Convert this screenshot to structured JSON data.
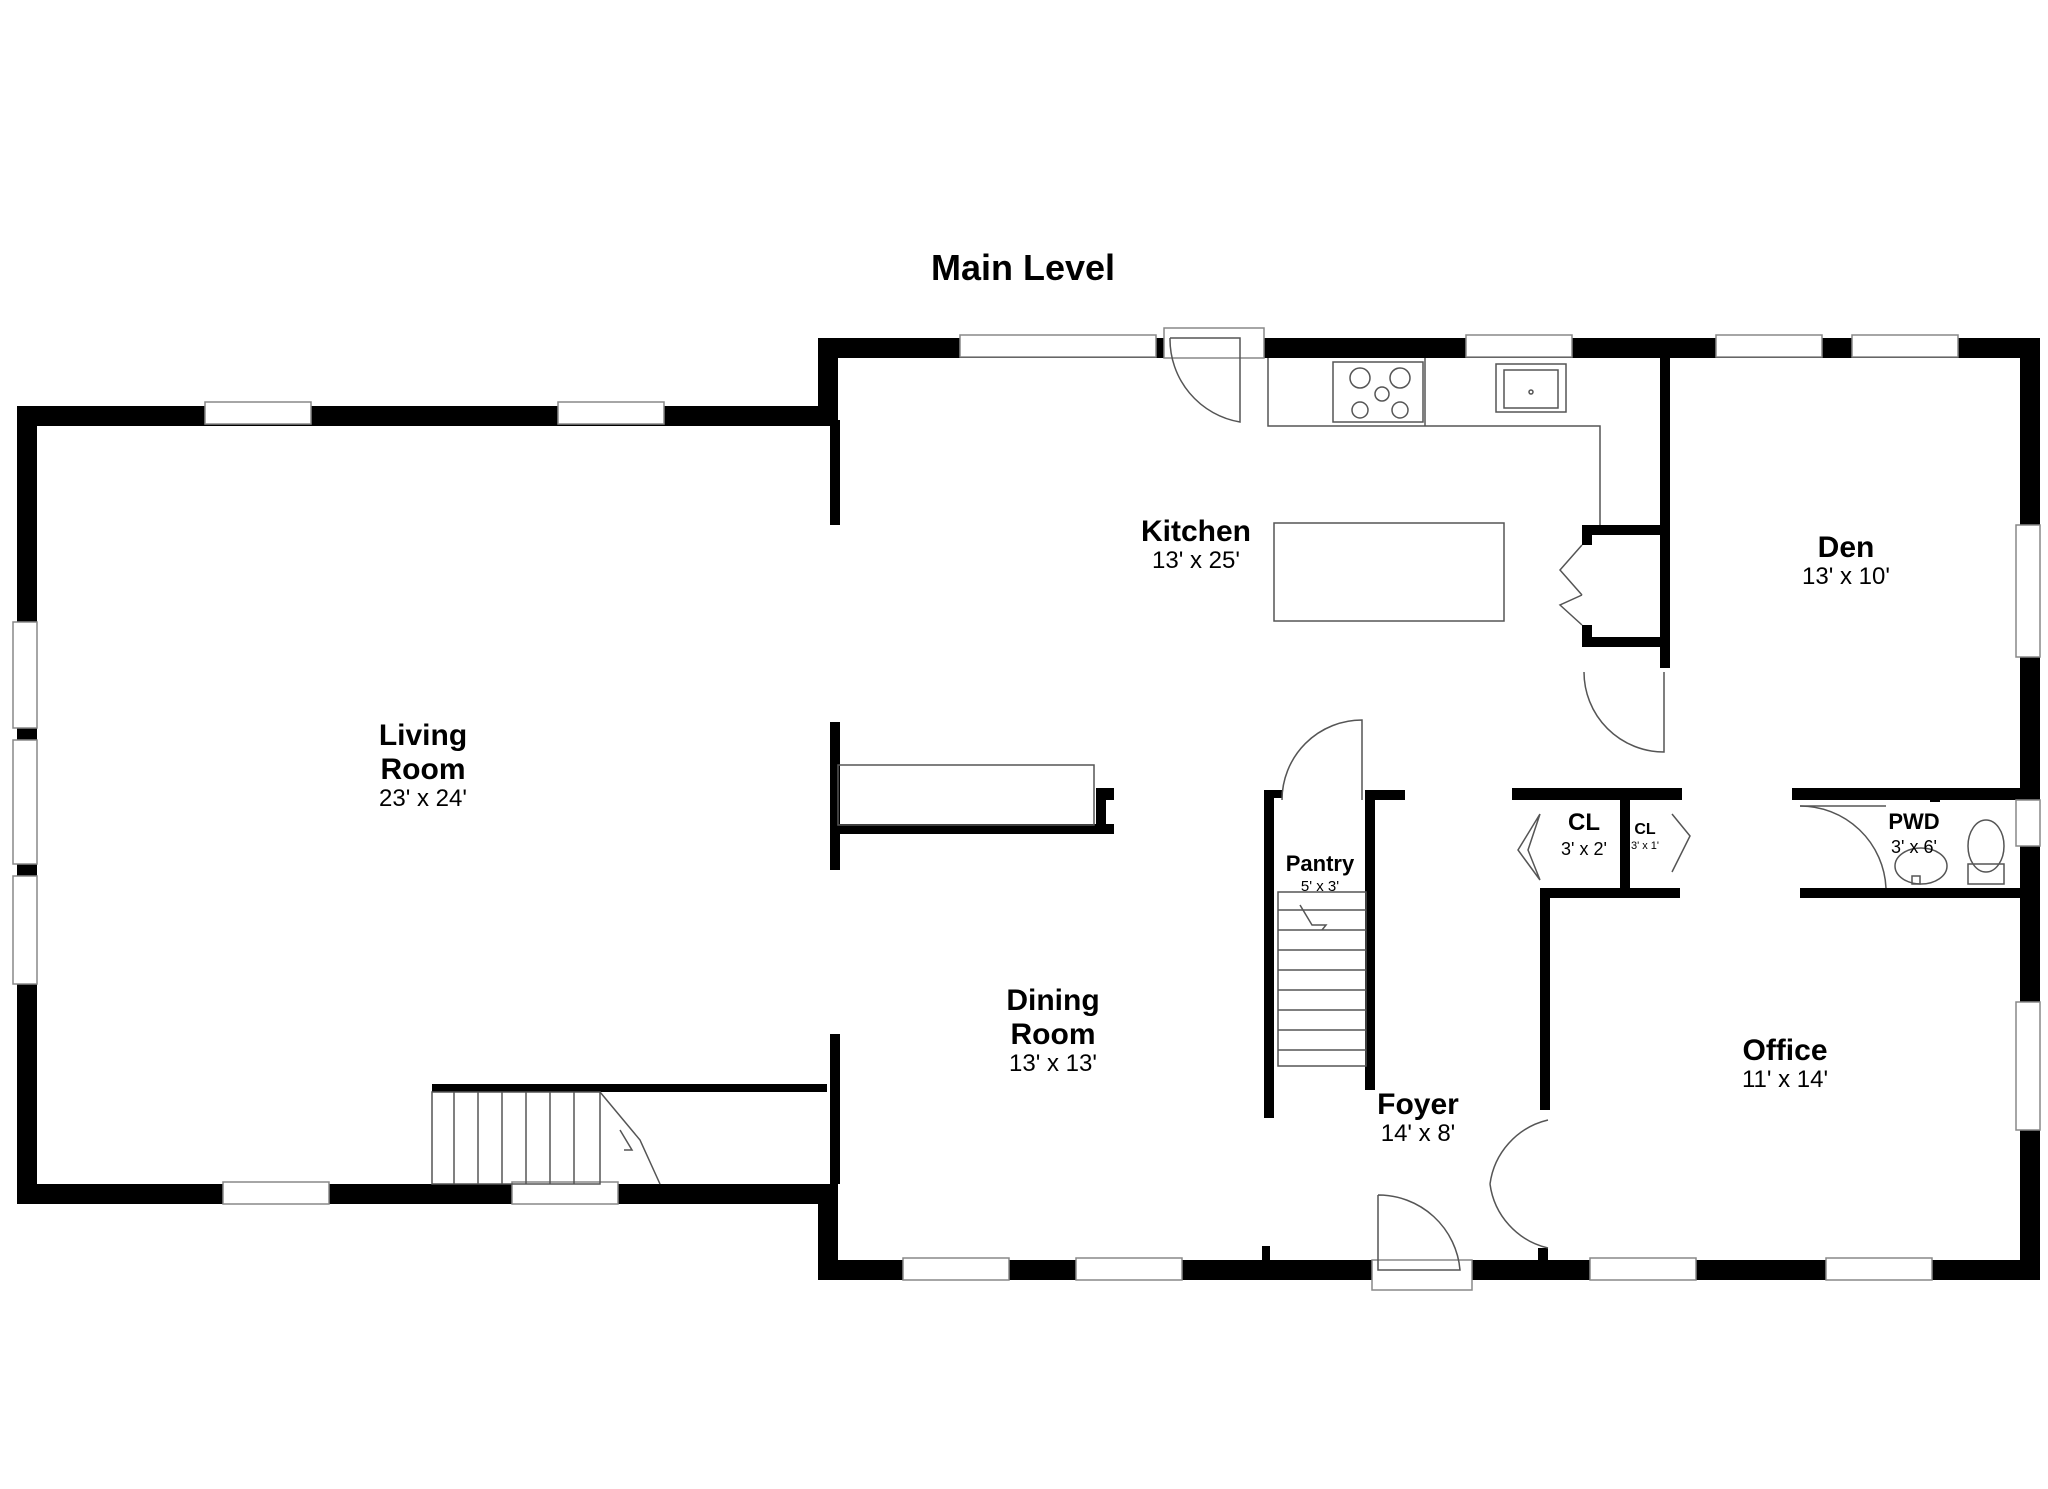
{
  "title": "Main Level",
  "rooms": {
    "living": {
      "name_line1": "Living",
      "name_line2": "Room",
      "size": "23' x 24'"
    },
    "kitchen": {
      "name": "Kitchen",
      "size": "13' x 25'"
    },
    "den": {
      "name": "Den",
      "size": "13' x 10'"
    },
    "pantry": {
      "name": "Pantry",
      "size": "5' x 3'"
    },
    "cl1": {
      "name": "CL",
      "size": "3' x 2'"
    },
    "cl2": {
      "name": "CL",
      "size": "3' x 1'"
    },
    "pwd": {
      "name": "PWD",
      "size": "3' x 6'"
    },
    "dining": {
      "name_line1": "Dining",
      "name_line2": "Room",
      "size": "13' x 13'"
    },
    "foyer": {
      "name": "Foyer",
      "size": "14' x 8'"
    },
    "office": {
      "name": "Office",
      "size": "11' x 14'"
    }
  }
}
